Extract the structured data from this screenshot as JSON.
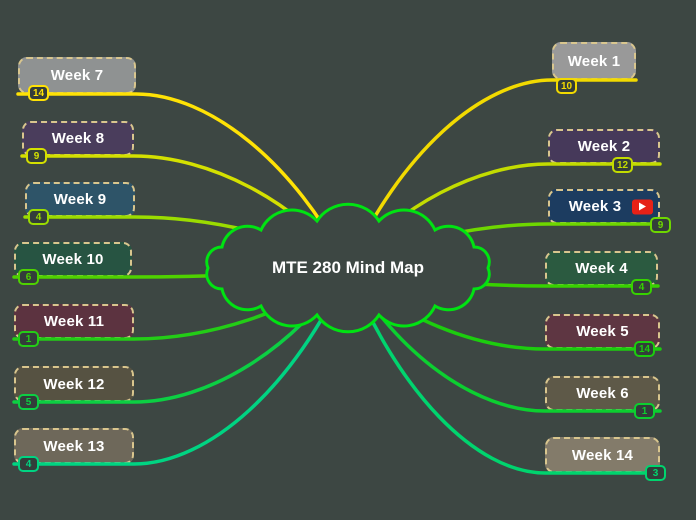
{
  "canvas": {
    "background": "#3d4743"
  },
  "center": {
    "label": "MTE 280 Mind Map",
    "outline_color": "#00e312",
    "text_color": "#ffffff"
  },
  "nodes": [
    {
      "label": "Week 1",
      "count": "10",
      "side": "right",
      "bg": "#999999",
      "edge_color": "#f2da00"
    },
    {
      "label": "Week 2",
      "count": "12",
      "side": "right",
      "bg": "#46395a",
      "edge_color": "#c3dc00"
    },
    {
      "label": "Week 3",
      "count": "9",
      "side": "right",
      "bg": "#1c3c60",
      "edge_color": "#6ed700",
      "icon": "youtube-icon"
    },
    {
      "label": "Week 4",
      "count": "4",
      "side": "right",
      "bg": "#2b5a40",
      "edge_color": "#37d200"
    },
    {
      "label": "Week 5",
      "count": "14",
      "side": "right",
      "bg": "#5e3642",
      "edge_color": "#1ccd0e"
    },
    {
      "label": "Week 6",
      "count": "1",
      "side": "right",
      "bg": "#5e5948",
      "edge_color": "#0ccf30"
    },
    {
      "label": "Week 14",
      "count": "3",
      "side": "right",
      "bg": "#837b6a",
      "edge_color": "#00d46e"
    },
    {
      "label": "Week 7",
      "count": "14",
      "side": "left",
      "bg": "#8f9292",
      "edge_color": "#ffe205"
    },
    {
      "label": "Week 8",
      "count": "9",
      "side": "left",
      "bg": "#4a3d5c",
      "edge_color": "#d4e000"
    },
    {
      "label": "Week 9",
      "count": "4",
      "side": "left",
      "bg": "#2e5468",
      "edge_color": "#9bdc00"
    },
    {
      "label": "Week 10",
      "count": "6",
      "side": "left",
      "bg": "#275442",
      "edge_color": "#4fd200"
    },
    {
      "label": "Week 11",
      "count": "1",
      "side": "left",
      "bg": "#5c3340",
      "edge_color": "#23cd16"
    },
    {
      "label": "Week 12",
      "count": "5",
      "side": "left",
      "bg": "#565242",
      "edge_color": "#0ccf43"
    },
    {
      "label": "Week 13",
      "count": "4",
      "side": "left",
      "bg": "#6e685a",
      "edge_color": "#00d482"
    }
  ]
}
